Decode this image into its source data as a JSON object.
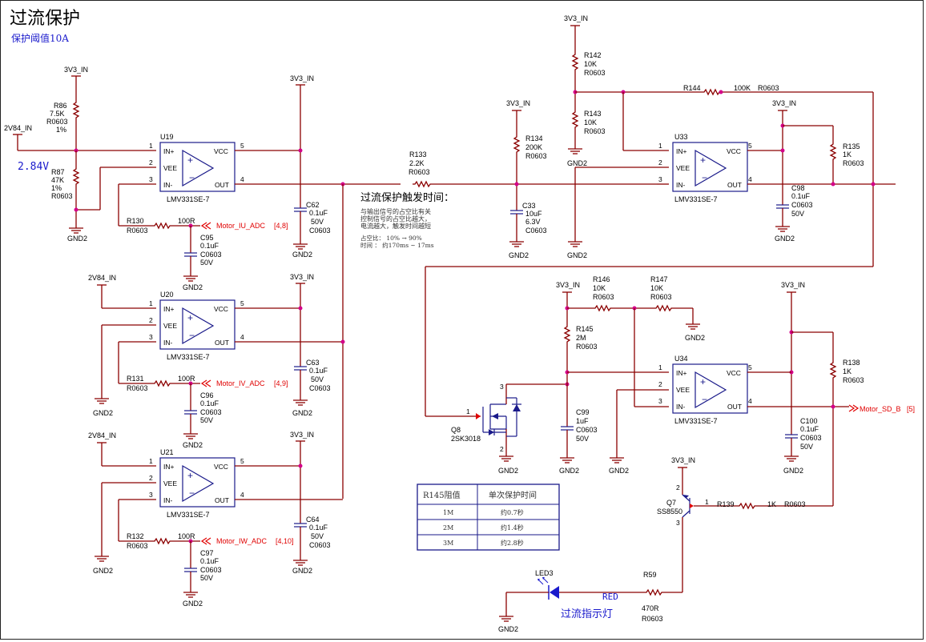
{
  "title": "过流保护",
  "subtitle": "保护阈值10A",
  "annot_voltage": "2.84V",
  "trigger": {
    "heading": "过流保护触发时间：",
    "line1": "与输出信号的占空比有关",
    "line2": "控制信号的占空比越大，",
    "line3": "电流越大，触发时间越短",
    "line4": "占空比： 10%  →  90%",
    "line5": "时间  ：  约170ms ~ 17ms"
  },
  "indicator_label": "过流指示灯",
  "red_label": "RED",
  "table": {
    "headers": [
      "R145阻值",
      "单次保护时间"
    ],
    "rows": [
      [
        "1M",
        "约0.7秒"
      ],
      [
        "2M",
        "约1.4秒"
      ],
      [
        "3M",
        "约2.8秒"
      ]
    ]
  },
  "nets": {
    "v33": "3V3_IN",
    "v284": "2V84_IN",
    "gnd2": "GND2"
  },
  "ports": {
    "iu": "Motor_IU_ADC",
    "iu_ref": "[4,8]",
    "iv": "Motor_IV_ADC",
    "iv_ref": "[4,9]",
    "iw": "Motor_IW_ADC",
    "iw_ref": "[4,10]",
    "sd": "Motor_SD_B",
    "sd_ref": "[5]"
  },
  "pins": {
    "inp": "IN+",
    "vee": "VEE",
    "inn": "IN-",
    "vcc": "VCC",
    "out": "OUT",
    "p1": "1",
    "p2": "2",
    "p3": "3",
    "p4": "4",
    "p5": "5"
  },
  "components": {
    "u19": {
      "ref": "U19",
      "part": "LMV331SE-7"
    },
    "u20": {
      "ref": "U20",
      "part": "LMV331SE-7"
    },
    "u21": {
      "ref": "U21",
      "part": "LMV331SE-7"
    },
    "u33": {
      "ref": "U33",
      "part": "LMV331SE-7"
    },
    "u34": {
      "ref": "U34",
      "part": "LMV331SE-7"
    },
    "r86": {
      "ref": "R86",
      "value": "7.5K",
      "pkg": "R0603",
      "tol": "1%"
    },
    "r87": {
      "ref": "R87",
      "value": "47K",
      "tol": "1%",
      "pkg": "R0603"
    },
    "r130": {
      "ref": "R130",
      "pkg": "R0603",
      "value": "100R"
    },
    "r131": {
      "ref": "R131",
      "pkg": "R0603",
      "value": "100R"
    },
    "r132": {
      "ref": "R132",
      "pkg": "R0603",
      "value": "100R"
    },
    "c95": {
      "ref": "C95",
      "value": "0.1uF",
      "pkg": "C0603",
      "volt": "50V"
    },
    "c96": {
      "ref": "C96",
      "value": "0.1uF",
      "pkg": "C0603",
      "volt": "50V"
    },
    "c97": {
      "ref": "C97",
      "value": "0.1uF",
      "pkg": "C0603",
      "volt": "50V"
    },
    "c62": {
      "ref": "C62",
      "value": "0.1uF",
      "volt": "50V",
      "pkg": "C0603"
    },
    "c63": {
      "ref": "C63",
      "value": "0.1uF",
      "volt": "50V",
      "pkg": "C0603"
    },
    "c64": {
      "ref": "C64",
      "value": "0.1uF",
      "volt": "50V",
      "pkg": "C0603"
    },
    "r133": {
      "ref": "R133",
      "value": "2.2K",
      "pkg": "R0603"
    },
    "r134": {
      "ref": "R134",
      "value": "200K",
      "pkg": "R0603"
    },
    "c33": {
      "ref": "C33",
      "value": "10uF",
      "volt": "6.3V",
      "pkg": "C0603"
    },
    "r142": {
      "ref": "R142",
      "value": "10K",
      "pkg": "R0603"
    },
    "r143": {
      "ref": "R143",
      "value": "10K",
      "pkg": "R0603"
    },
    "r144": {
      "ref": "R144",
      "value": "100K",
      "pkg": "R0603"
    },
    "r135": {
      "ref": "R135",
      "value": "1K",
      "pkg": "R0603"
    },
    "c98": {
      "ref": "C98",
      "value": "0.1uF",
      "pkg": "C0603",
      "volt": "50V"
    },
    "q8": {
      "ref": "Q8",
      "part": "2SK3018"
    },
    "r145": {
      "ref": "R145",
      "value": "2M",
      "pkg": "R0603"
    },
    "r146": {
      "ref": "R146",
      "value": "10K",
      "pkg": "R0603"
    },
    "r147": {
      "ref": "R147",
      "value": "10K",
      "pkg": "R0603"
    },
    "c99": {
      "ref": "C99",
      "value": "1uF",
      "pkg": "C0603",
      "volt": "50V"
    },
    "r138": {
      "ref": "R138",
      "value": "1K",
      "pkg": "R0603"
    },
    "c100": {
      "ref": "C100",
      "value": "0.1uF",
      "pkg": "C0603",
      "volt": "50V"
    },
    "q7": {
      "ref": "Q7",
      "part": "SS8550"
    },
    "r139": {
      "ref": "R139",
      "value": "1K",
      "pkg": "R0603"
    },
    "led3": {
      "ref": "LED3"
    },
    "r59": {
      "ref": "R59",
      "value": "470R",
      "pkg": "R0603"
    }
  },
  "colors": {
    "wire": "#8b0000",
    "junction": "#d4008a",
    "symbol": "#1a1a8a",
    "port": "#e00000",
    "title_blue": "#1a1acc"
  }
}
